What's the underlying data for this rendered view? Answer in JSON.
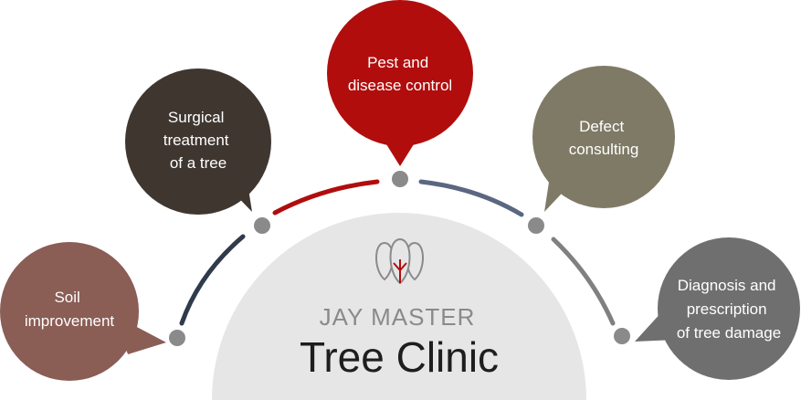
{
  "brand": {
    "subtitle": "JAY MASTER",
    "title": "Tree Clinic",
    "logo_icon": "trees-icon"
  },
  "services": [
    {
      "id": "soil",
      "lines": [
        "Soil",
        "improvement"
      ],
      "color": "#8a5d55"
    },
    {
      "id": "surgical",
      "lines": [
        "Surgical",
        "treatment",
        "of a tree"
      ],
      "color": "#3f3630"
    },
    {
      "id": "pest",
      "lines": [
        "Pest and",
        "disease control"
      ],
      "color": "#b10d0d"
    },
    {
      "id": "defect",
      "lines": [
        "Defect",
        "consulting"
      ],
      "color": "#7f7a66"
    },
    {
      "id": "diagnosis",
      "lines": [
        "Diagnosis and",
        "prescription",
        "of tree damage"
      ],
      "color": "#6f6f6f"
    }
  ],
  "arc_colors": [
    "#2f3b4b",
    "#b10d0d",
    "#5b6781",
    "#808080"
  ],
  "node_color": "#8a8a8a"
}
